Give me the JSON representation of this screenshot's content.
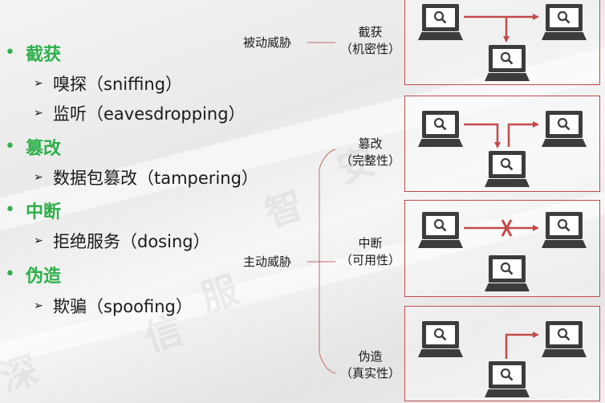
{
  "categories": [
    {
      "label": "截获",
      "items": [
        "嗅探（sniffing）",
        "监听（eavesdropping）"
      ]
    },
    {
      "label": "篡改",
      "items": [
        "数据包篡改（tampering）"
      ]
    },
    {
      "label": "中断",
      "items": [
        "拒绝服务（dosing）"
      ]
    },
    {
      "label": "伪造",
      "items": [
        "欺骗（spoofing）"
      ]
    }
  ],
  "threat_types": {
    "passive": "被动威胁",
    "active": "主动威胁"
  },
  "attacks": [
    {
      "name": "截获",
      "property": "（机密性）"
    },
    {
      "name": "篡改",
      "property": "（完整性）"
    },
    {
      "name": "中断",
      "property": "（可用性）"
    },
    {
      "name": "伪造",
      "property": "（真实性）"
    }
  ],
  "colors": {
    "accent_green": "#2fb04a",
    "arrow_red": "#c44a4a",
    "computer": "#3c3c3c"
  },
  "icons": {
    "computer": "computer-icon",
    "magnifier": "magnifier-icon",
    "block": "x-mark-icon"
  }
}
